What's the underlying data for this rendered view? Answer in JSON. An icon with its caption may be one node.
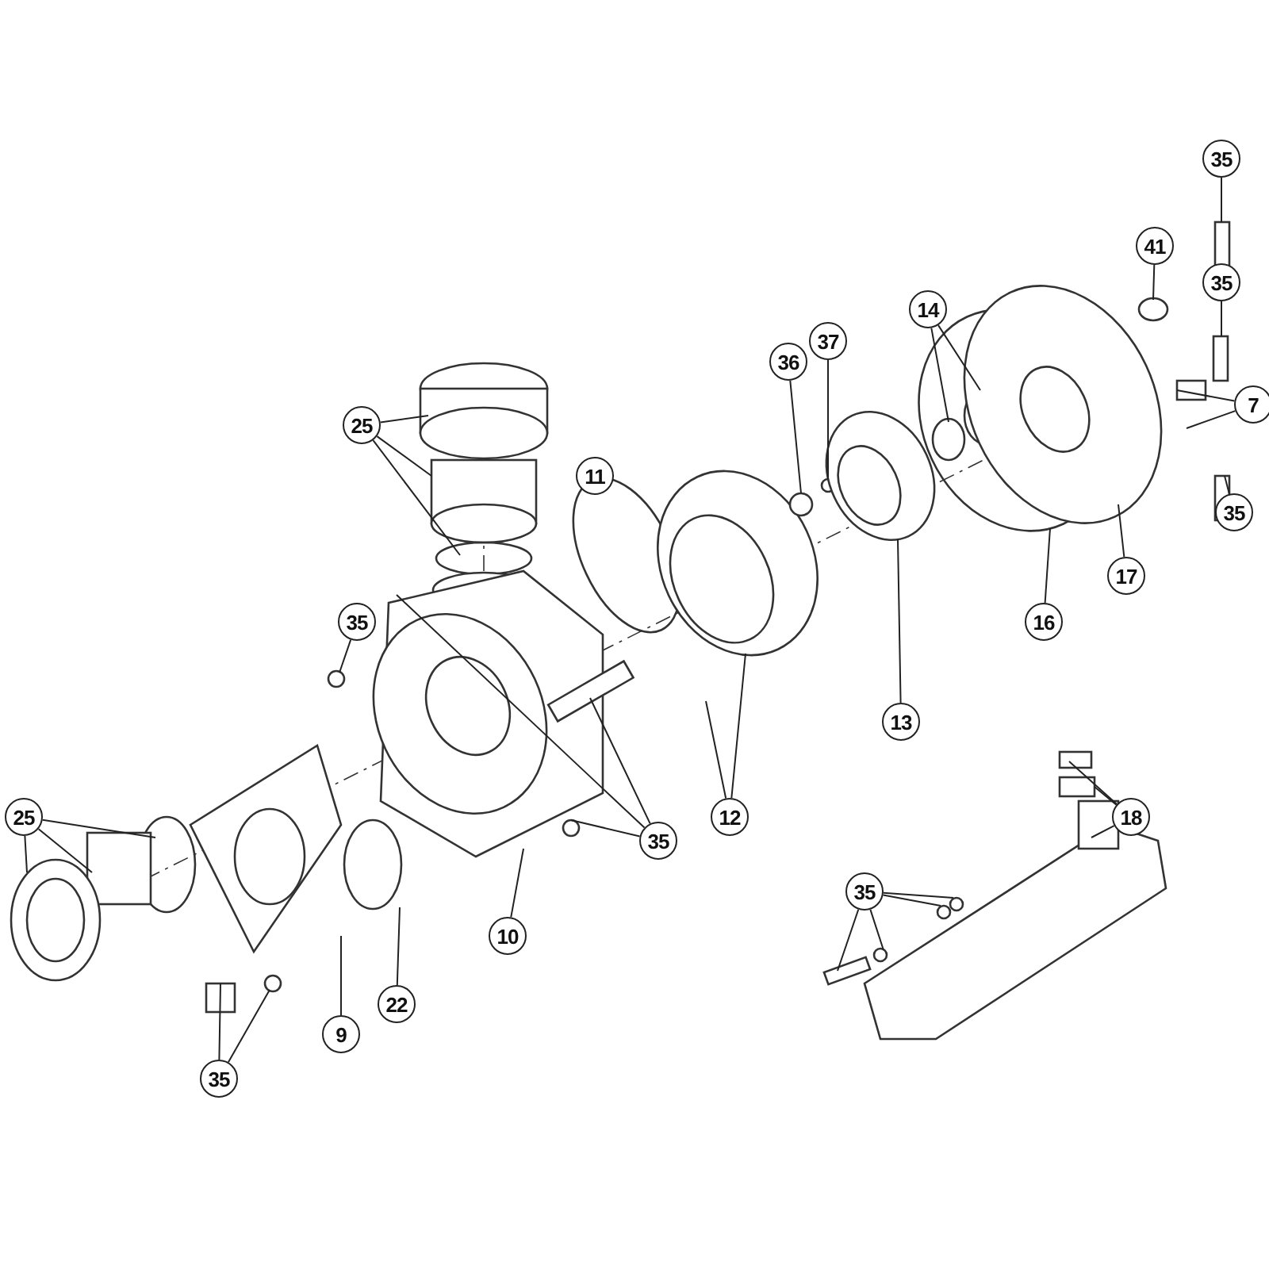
{
  "diagram": {
    "nodes": [
      {
        "text": [
          "35"
        ]
      },
      {
        "text": [
          "41"
        ]
      },
      {
        "text": [
          "35"
        ]
      },
      {
        "text": [
          "14"
        ]
      },
      {
        "text": [
          "37"
        ]
      },
      {
        "text": [
          "36"
        ]
      },
      {
        "text": [
          "7"
        ]
      },
      {
        "text": [
          "25"
        ]
      },
      {
        "text": [
          "11"
        ]
      },
      {
        "text": [
          "35"
        ]
      },
      {
        "text": [
          "17"
        ]
      },
      {
        "text": [
          "16"
        ]
      },
      {
        "text": [
          "35"
        ]
      },
      {
        "text": [
          "13"
        ]
      },
      {
        "text": [
          "12"
        ]
      },
      {
        "text": [
          "35"
        ]
      },
      {
        "text": [
          "18"
        ]
      },
      {
        "text": [
          "25"
        ]
      },
      {
        "text": [
          "35"
        ]
      },
      {
        "text": [
          "10"
        ]
      },
      {
        "text": [
          "22"
        ]
      },
      {
        "text": [
          "9"
        ]
      },
      {
        "text": [
          "35"
        ]
      }
    ],
    "edges": [
      {
        "from": 0,
        "to": null,
        "arrow": "none"
      },
      {
        "from": 1,
        "to": null,
        "arrow": "none"
      },
      {
        "from": 2,
        "to": null,
        "arrow": "none"
      },
      {
        "from": 3,
        "to": null,
        "arrow": "none"
      },
      {
        "from": 3,
        "to": null,
        "arrow": "none"
      },
      {
        "from": 4,
        "to": null,
        "arrow": "none"
      },
      {
        "from": 5,
        "to": null,
        "arrow": "none"
      },
      {
        "from": 6,
        "to": null,
        "arrow": "none"
      },
      {
        "from": 6,
        "to": null,
        "arrow": "none"
      },
      {
        "from": 7,
        "to": null,
        "arrow": "none"
      },
      {
        "from": 7,
        "to": null,
        "arrow": "none"
      },
      {
        "from": 7,
        "to": null,
        "arrow": "none"
      },
      {
        "from": 8,
        "to": null,
        "arrow": "none"
      },
      {
        "from": 9,
        "to": null,
        "arrow": "none"
      },
      {
        "from": 10,
        "to": null,
        "arrow": "none"
      },
      {
        "from": 11,
        "to": null,
        "arrow": "none"
      },
      {
        "from": 12,
        "to": null,
        "arrow": "none"
      },
      {
        "from": 13,
        "to": null,
        "arrow": "none"
      },
      {
        "from": 14,
        "to": null,
        "arrow": "none"
      },
      {
        "from": 14,
        "to": null,
        "arrow": "none"
      },
      {
        "from": 15,
        "to": null,
        "arrow": "none"
      },
      {
        "from": 15,
        "to": null,
        "arrow": "none"
      },
      {
        "from": 15,
        "to": null,
        "arrow": "none"
      },
      {
        "from": 16,
        "to": null,
        "arrow": "none"
      },
      {
        "from": 16,
        "to": null,
        "arrow": "none"
      },
      {
        "from": 16,
        "to": null,
        "arrow": "none"
      },
      {
        "from": 17,
        "to": null,
        "arrow": "none"
      },
      {
        "from": 17,
        "to": null,
        "arrow": "none"
      },
      {
        "from": 17,
        "to": null,
        "arrow": "none"
      },
      {
        "from": 18,
        "to": null,
        "arrow": "none"
      },
      {
        "from": 18,
        "to": null,
        "arrow": "none"
      },
      {
        "from": 18,
        "to": null,
        "arrow": "none"
      },
      {
        "from": 18,
        "to": null,
        "arrow": "none"
      },
      {
        "from": 19,
        "to": null,
        "arrow": "none"
      },
      {
        "from": 20,
        "to": null,
        "arrow": "none"
      },
      {
        "from": 21,
        "to": null,
        "arrow": "none"
      },
      {
        "from": 22,
        "to": null,
        "arrow": "none"
      },
      {
        "from": 22,
        "to": null,
        "arrow": "none"
      }
    ]
  }
}
